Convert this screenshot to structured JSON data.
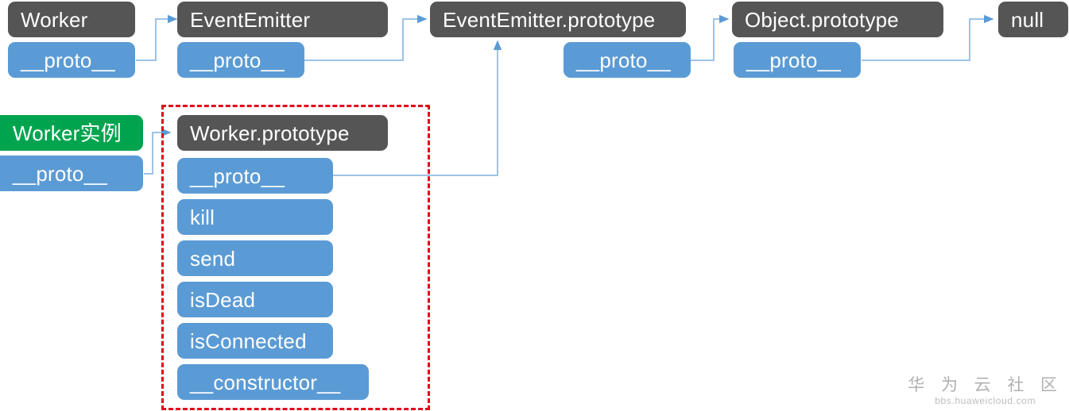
{
  "diagram": {
    "title": "JavaScript prototype chain of Worker",
    "colors": {
      "dark_node": "#555555",
      "blue_node": "#5B9BD5",
      "green_node": "#00A44F",
      "arrow": "#5B9BD5",
      "arrow_line": "#9DC3E6",
      "group_border": "#E2001A",
      "node_text": "#FFFFFF",
      "background": "#FFFFFF"
    },
    "chains": {
      "constructor_chain": [
        "Worker",
        "EventEmitter",
        "EventEmitter.prototype",
        "Object.prototype",
        "null"
      ],
      "instance_chain": [
        "Worker实例",
        "Worker.prototype",
        "EventEmitter.prototype"
      ]
    },
    "nodes": [
      {
        "id": "worker",
        "label": "Worker",
        "style": "dark"
      },
      {
        "id": "worker-proto",
        "label": "__proto__",
        "style": "blue"
      },
      {
        "id": "eventemitter",
        "label": "EventEmitter",
        "style": "dark"
      },
      {
        "id": "eventemitter-proto",
        "label": "__proto__",
        "style": "blue"
      },
      {
        "id": "eventemitter-prototype",
        "label": "EventEmitter.prototype",
        "style": "dark"
      },
      {
        "id": "eeproto-proto",
        "label": "__proto__",
        "style": "blue"
      },
      {
        "id": "object-prototype",
        "label": "Object.prototype",
        "style": "dark"
      },
      {
        "id": "objproto-proto",
        "label": "__proto__",
        "style": "blue"
      },
      {
        "id": "null-node",
        "label": "null",
        "style": "dark"
      },
      {
        "id": "worker-instance",
        "label": "Worker实例",
        "style": "green"
      },
      {
        "id": "instance-proto",
        "label": "__proto__",
        "style": "blue"
      },
      {
        "id": "worker-prototype",
        "label": "Worker.prototype",
        "style": "dark"
      },
      {
        "id": "wproto-proto",
        "label": "__proto__",
        "style": "blue"
      },
      {
        "id": "method-kill",
        "label": "kill",
        "style": "blue"
      },
      {
        "id": "method-send",
        "label": "send",
        "style": "blue"
      },
      {
        "id": "method-isdead",
        "label": "isDead",
        "style": "blue"
      },
      {
        "id": "method-isconnected",
        "label": "isConnected",
        "style": "blue"
      },
      {
        "id": "method-constructor",
        "label": "__constructor__",
        "style": "blue"
      }
    ],
    "prototype_members": [
      "__proto__",
      "kill",
      "send",
      "isDead",
      "isConnected",
      "__constructor__"
    ],
    "group_box": {
      "label": "Worker.prototype group",
      "style": "red-dashed"
    }
  },
  "watermark": {
    "cn": "华 为 云 社 区",
    "url": "bbs.huaweicloud.com"
  }
}
